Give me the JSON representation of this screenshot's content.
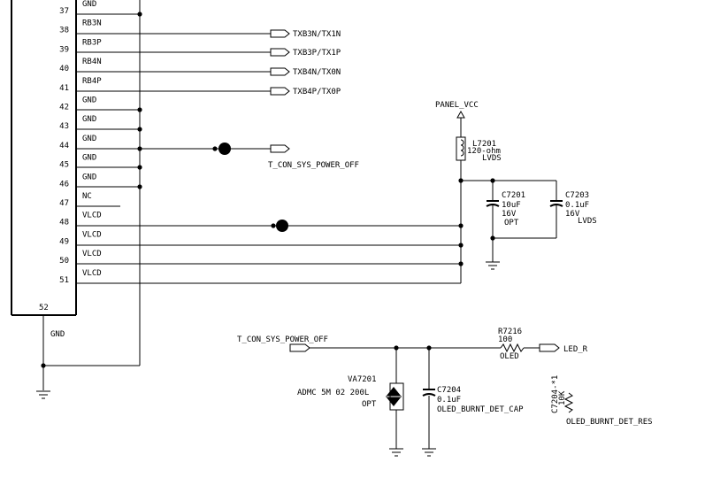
{
  "connector": {
    "pins": [
      {
        "num": "37",
        "name": "GND"
      },
      {
        "num": "38",
        "name": "RB3N"
      },
      {
        "num": "39",
        "name": "RB3P"
      },
      {
        "num": "40",
        "name": "RB4N"
      },
      {
        "num": "41",
        "name": "RB4P"
      },
      {
        "num": "42",
        "name": "GND"
      },
      {
        "num": "43",
        "name": "GND"
      },
      {
        "num": "44",
        "name": "GND"
      },
      {
        "num": "45",
        "name": "GND"
      },
      {
        "num": "46",
        "name": "GND"
      },
      {
        "num": "47",
        "name": "NC"
      },
      {
        "num": "48",
        "name": "VLCD"
      },
      {
        "num": "49",
        "name": "VLCD"
      },
      {
        "num": "50",
        "name": "VLCD"
      },
      {
        "num": "51",
        "name": "VLCD"
      }
    ],
    "pin52": {
      "num": "52",
      "name": "GND"
    }
  },
  "nets": {
    "txb3n": "TXB3N/TX1N",
    "txb3p": "TXB3P/TX1P",
    "txb4n": "TXB4N/TX0N",
    "txb4p": "TXB4P/TX0P",
    "tcon_power_1": "T_CON_SYS_POWER_OFF",
    "tcon_power_2": "T_CON_SYS_POWER_OFF",
    "panel_vcc": "PANEL_VCC",
    "led_r": "LED_R",
    "oled_burnt_det_res": "OLED_BURNT_DET_RES"
  },
  "components": {
    "l7201": {
      "ref": "L7201",
      "value": "120-ohm",
      "note": "LVDS"
    },
    "c7201": {
      "ref": "C7201",
      "value": "10uF",
      "voltage": "16V",
      "note": "OPT"
    },
    "c7203": {
      "ref": "C7203",
      "value": "0.1uF",
      "voltage": "16V",
      "note": "LVDS"
    },
    "r7216": {
      "ref": "R7216",
      "value": "100",
      "note": "OLED"
    },
    "va7201": {
      "ref": "VA7201",
      "part": "ADMC 5M 02 200L",
      "note": "OPT"
    },
    "c7204": {
      "ref": "C7204",
      "value": "0.1uF",
      "note": "OLED_BURNT_DET_CAP"
    },
    "c7204_1": {
      "ref": "C7204-*1",
      "value": "10K"
    }
  }
}
